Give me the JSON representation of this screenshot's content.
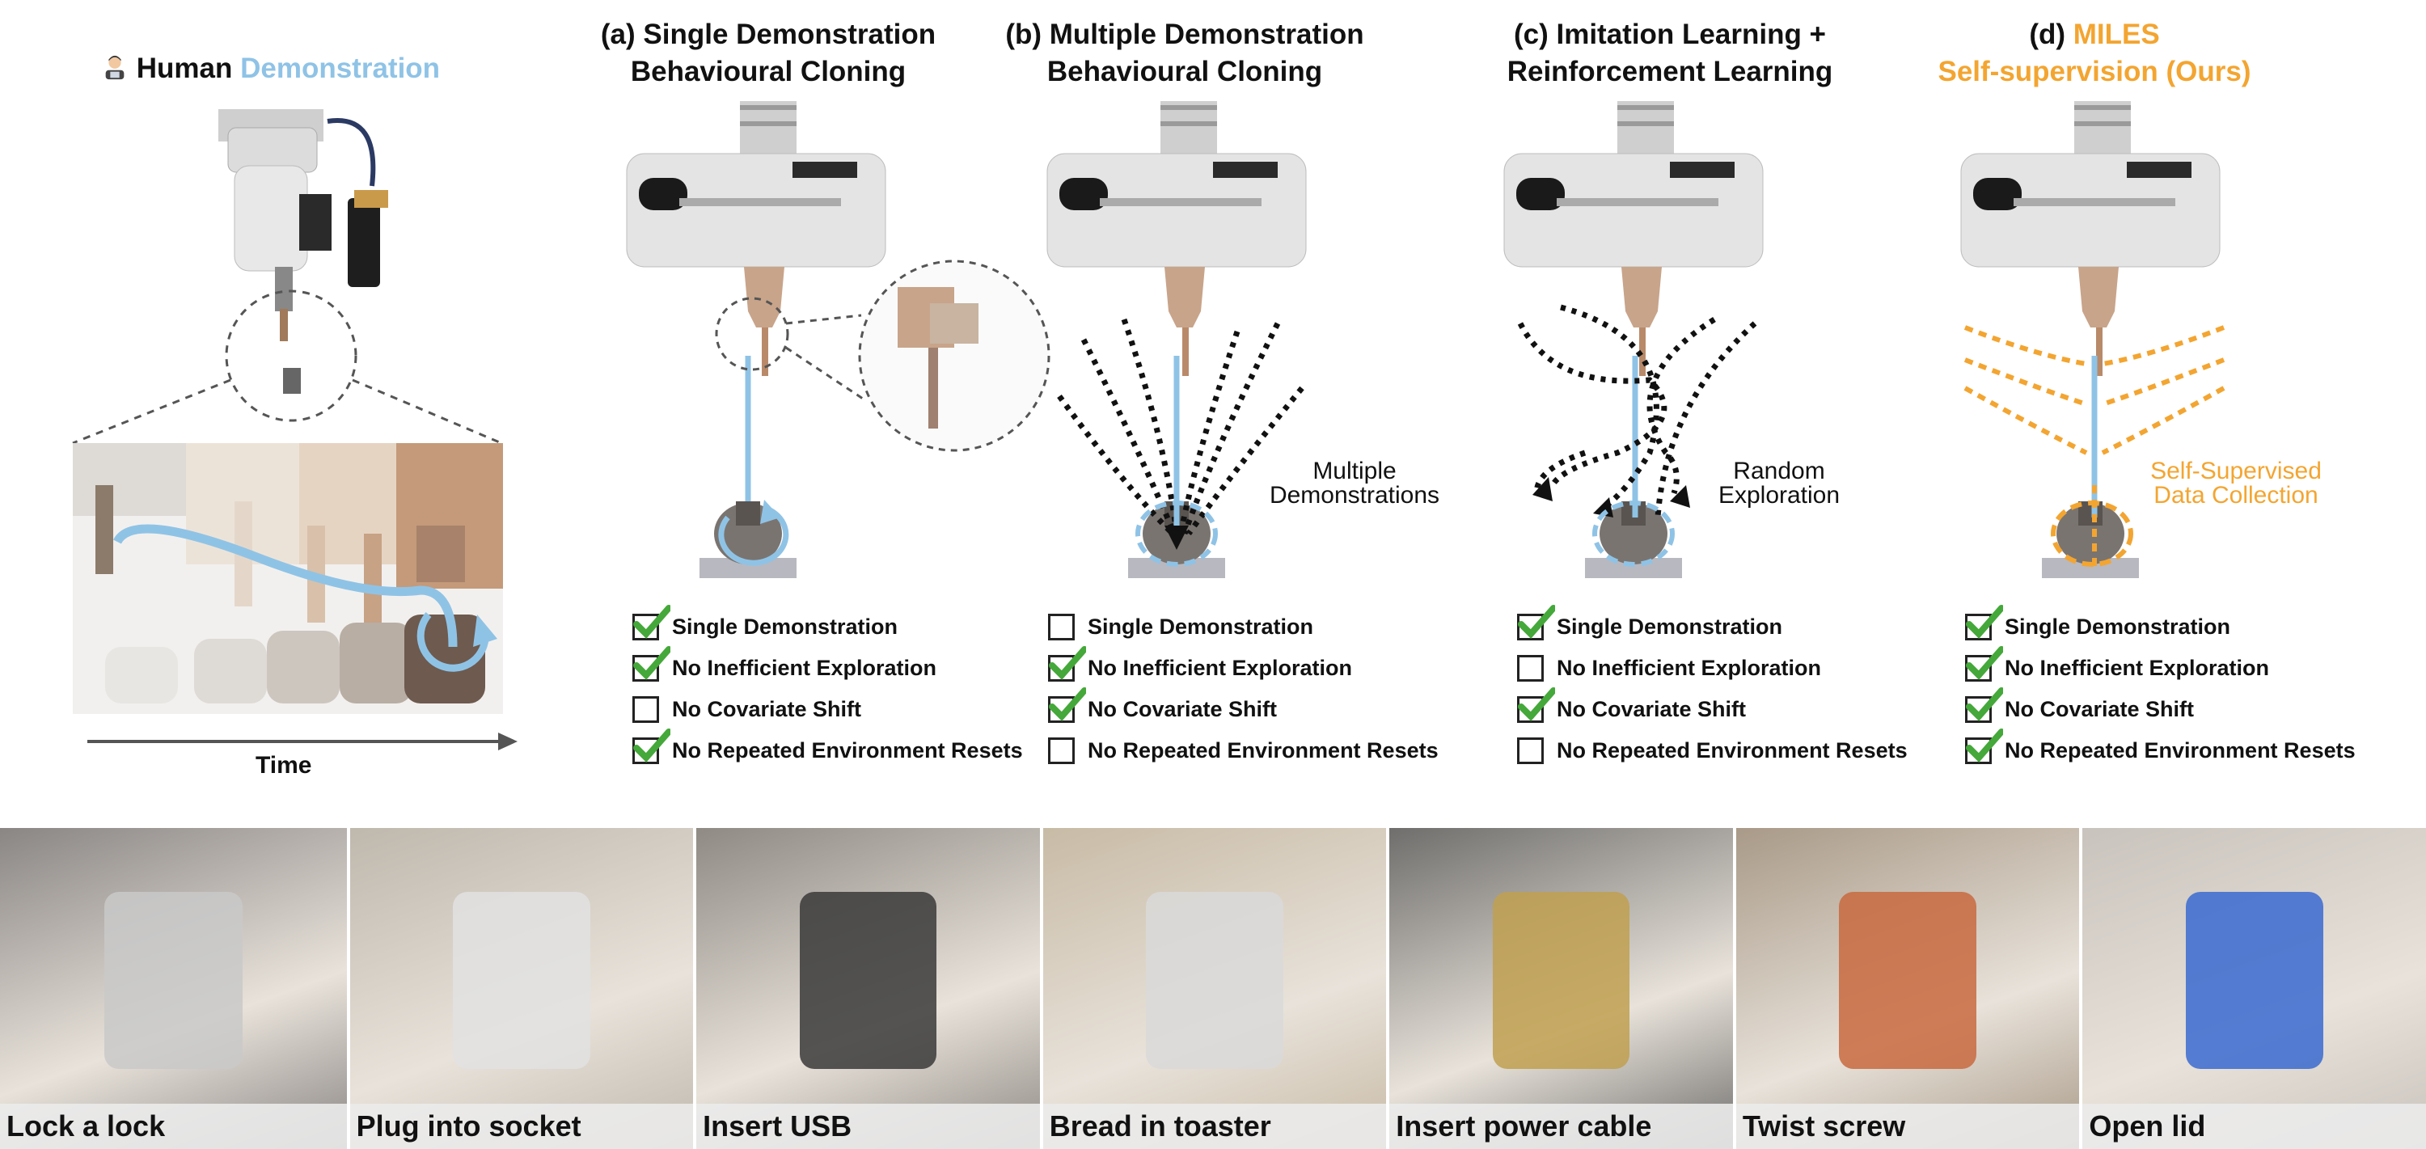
{
  "human": {
    "title_prefix": "Human",
    "title_accent": "Demonstration",
    "time_label": "Time",
    "icon": "technologist-icon"
  },
  "panels": [
    {
      "id": "a",
      "title_line1": "(a) Single Demonstration",
      "title_line2": "Behavioural Cloning"
    },
    {
      "id": "b",
      "title_line1": "(b) Multiple Demonstration",
      "title_line2": "Behavioural Cloning",
      "annotation": "Multiple\nDemonstrations"
    },
    {
      "id": "c",
      "title_line1": "(c) Imitation Learning +",
      "title_line2": "Reinforcement Learning",
      "annotation": "Random\nExploration"
    },
    {
      "id": "d",
      "title_line1_prefix": "(d) ",
      "title_line1_accent": "MILES",
      "title_line2": "Self-supervision (Ours)",
      "annotation": "Self-Supervised\nData Collection"
    }
  ],
  "checklist_labels": [
    "Single Demonstration",
    "No Inefficient Exploration",
    "No Covariate Shift",
    "No Repeated Environment Resets"
  ],
  "checklists": [
    {
      "panel": "a",
      "checked": [
        true,
        true,
        false,
        true
      ]
    },
    {
      "panel": "b",
      "checked": [
        false,
        true,
        true,
        false
      ]
    },
    {
      "panel": "c",
      "checked": [
        true,
        false,
        true,
        false
      ]
    },
    {
      "panel": "d",
      "checked": [
        true,
        true,
        true,
        true
      ]
    }
  ],
  "tasks": [
    {
      "label": "Lock a lock"
    },
    {
      "label": "Plug into socket"
    },
    {
      "label": "Insert USB"
    },
    {
      "label": "Bread in toaster"
    },
    {
      "label": "Insert power cable"
    },
    {
      "label": "Twist screw"
    },
    {
      "label": "Open lid"
    }
  ],
  "colors": {
    "demo_blue": "#8fc3e6",
    "miles_orange": "#f3a531",
    "check_green": "#45a83a",
    "dashed_black": "#111111"
  }
}
